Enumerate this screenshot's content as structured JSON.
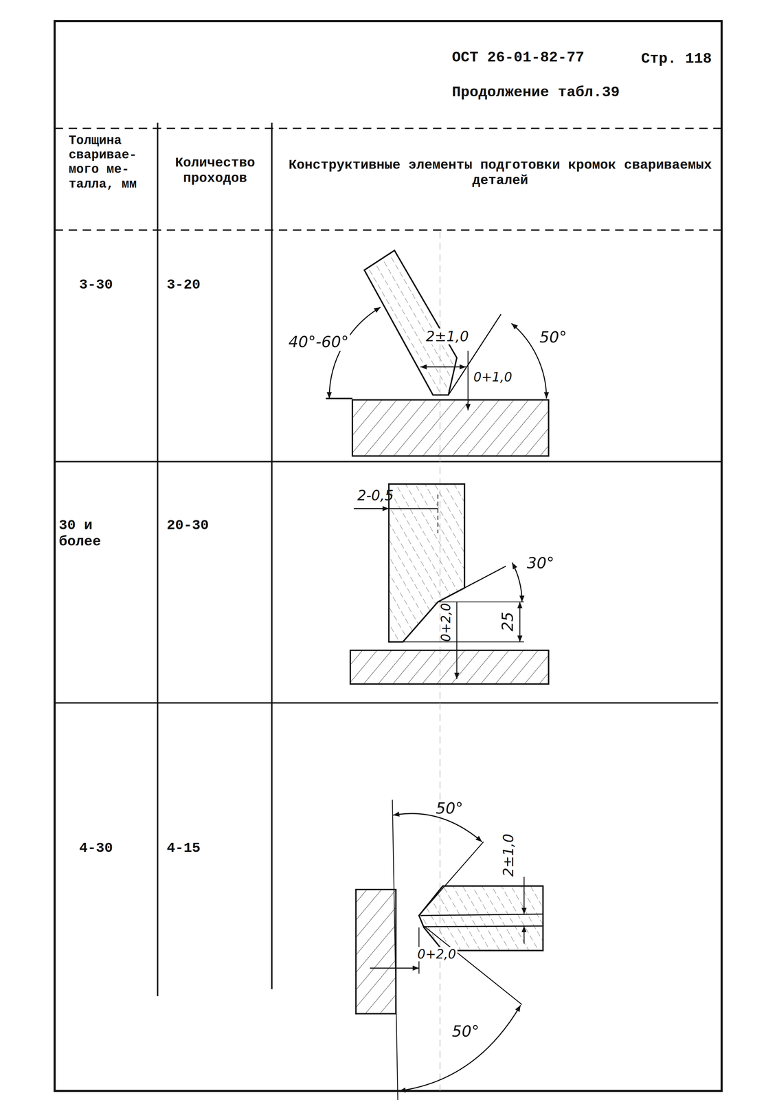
{
  "diagram": {
    "labels": [
      "ОСТ 26-01-82-77",
      "Стр. 118",
      "Продолжение табл.39",
      "Толщина сваривае- мого ме- талла, мм",
      "Количество проходов",
      "Конструктивные элементы подготовки кромок свариваемых деталей",
      "3-30",
      "3-20",
      "40°-60°",
      "2±1,0",
      "50°",
      "0+1,0",
      "30 и более",
      "20-30",
      "2-0,5",
      "30°",
      "0+2,0",
      "25",
      "4-30",
      "4-15",
      "50°",
      "2±1,0",
      "0+2,0",
      "50°"
    ]
  }
}
